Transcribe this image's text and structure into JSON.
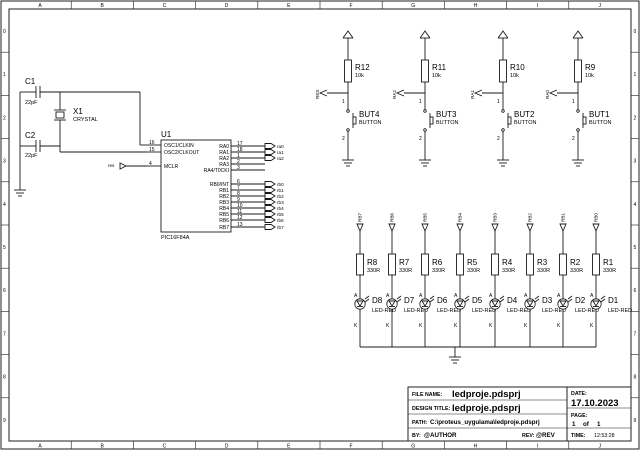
{
  "grid": {
    "cols": [
      "A",
      "B",
      "C",
      "D",
      "E",
      "F",
      "G",
      "H",
      "I",
      "J"
    ],
    "rows": [
      "0",
      "1",
      "2",
      "3",
      "4",
      "5",
      "6",
      "7",
      "8",
      "9"
    ]
  },
  "mcu": {
    "ref": "U1",
    "part": "PIC16F84A",
    "left_pins": [
      {
        "num": "16",
        "name": "OSC1/CLKIN"
      },
      {
        "num": "15",
        "name": "OSC2/CLKOUT"
      },
      {
        "num": "4",
        "name": "MCLR"
      }
    ],
    "right_pins": [
      {
        "num": "17",
        "name": "RA0",
        "net": "ra0"
      },
      {
        "num": "18",
        "name": "RA1",
        "net": "ra1"
      },
      {
        "num": "1",
        "name": "RA2",
        "net": "ra2"
      },
      {
        "num": "2",
        "name": "RA3",
        "net": ""
      },
      {
        "num": "3",
        "name": "RA4/T0CKI",
        "net": ""
      },
      {
        "num": "6",
        "name": "RB0/INT",
        "net": "rb0"
      },
      {
        "num": "7",
        "name": "RB1",
        "net": "rb1"
      },
      {
        "num": "8",
        "name": "RB2",
        "net": "rb2"
      },
      {
        "num": "9",
        "name": "RB3",
        "net": "rb3"
      },
      {
        "num": "10",
        "name": "RB4",
        "net": "rb4"
      },
      {
        "num": "11",
        "name": "RB5",
        "net": "rb5"
      },
      {
        "num": "12",
        "name": "RB6",
        "net": "rb6"
      },
      {
        "num": "13",
        "name": "RB7",
        "net": "rb7"
      }
    ],
    "mclr_net": "res"
  },
  "caps": [
    {
      "ref": "C1",
      "value": "22pF"
    },
    {
      "ref": "C2",
      "value": "22pF"
    }
  ],
  "crystal": {
    "ref": "X1",
    "value": "CRYSTAL"
  },
  "buttons": [
    {
      "net": "RES",
      "r_ref": "R12",
      "r_val": "10k",
      "b_ref": "BUT4",
      "b_val": "BUTTON"
    },
    {
      "net": "RA2",
      "r_ref": "R11",
      "r_val": "10k",
      "b_ref": "BUT3",
      "b_val": "BUTTON"
    },
    {
      "net": "RA1",
      "r_ref": "R10",
      "r_val": "10k",
      "b_ref": "BUT2",
      "b_val": "BUTTON"
    },
    {
      "net": "RA0",
      "r_ref": "R9",
      "r_val": "10k",
      "b_ref": "BUT1",
      "b_val": "BUTTON"
    }
  ],
  "leds": [
    {
      "net": "RB7",
      "r_ref": "R8",
      "r_val": "330R",
      "d_ref": "D8",
      "d_val": "LED-RED"
    },
    {
      "net": "RB6",
      "r_ref": "R7",
      "r_val": "330R",
      "d_ref": "D7",
      "d_val": "LED-RED"
    },
    {
      "net": "RB5",
      "r_ref": "R6",
      "r_val": "330R",
      "d_ref": "D6",
      "d_val": "LED-RED"
    },
    {
      "net": "RB4",
      "r_ref": "R5",
      "r_val": "330R",
      "d_ref": "D5",
      "d_val": "LED-RED"
    },
    {
      "net": "RB3",
      "r_ref": "R4",
      "r_val": "330R",
      "d_ref": "D4",
      "d_val": "LED-RED"
    },
    {
      "net": "RB2",
      "r_ref": "R3",
      "r_val": "330R",
      "d_ref": "D3",
      "d_val": "LED-RED"
    },
    {
      "net": "RB1",
      "r_ref": "R2",
      "r_val": "330R",
      "d_ref": "D2",
      "d_val": "LED-RED"
    },
    {
      "net": "RB0",
      "r_ref": "R1",
      "r_val": "330R",
      "d_ref": "D1",
      "d_val": "LED-RED"
    }
  ],
  "title_block": {
    "file_name_label": "FILE NAME:",
    "file_name": "ledproje.pdsprj",
    "design_title_label": "DESIGN TITLE:",
    "design_title": "ledproje.pdsprj",
    "path_label": "PATH:",
    "path": "C:\\proteus_uygulama\\ledproje.pdsprj",
    "by_label": "BY:",
    "by": "@AUTHOR",
    "rev_label": "REV:",
    "rev": "@REV",
    "date_label": "DATE:",
    "date": "17.10.2023",
    "page_label": "PAGE:",
    "page": "1",
    "page_of": "of",
    "page_total": "1",
    "time_label": "TIME:",
    "time": "12:53:28"
  }
}
